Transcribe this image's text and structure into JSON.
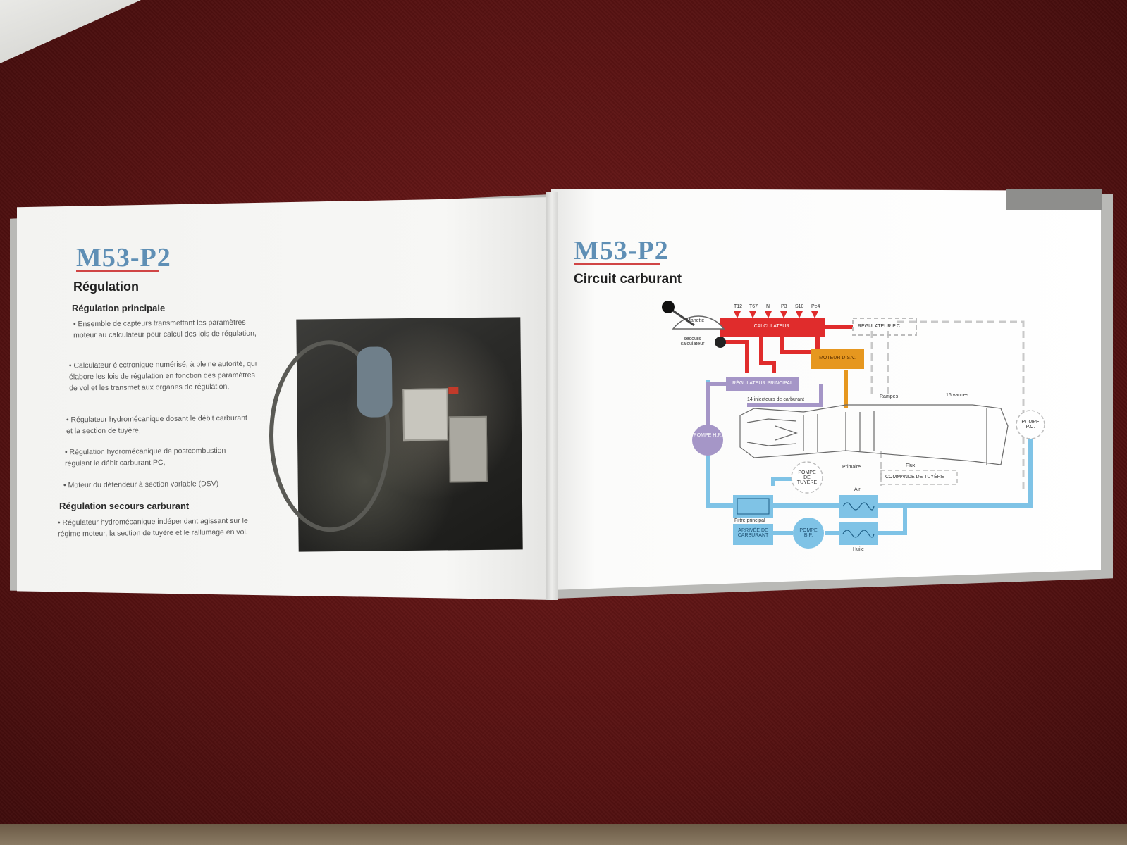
{
  "left_page": {
    "brand": "M53-P2",
    "title": "Régulation",
    "section1_title": "Régulation principale",
    "section1_items": [
      "• Ensemble de capteurs transmettant les paramètres moteur au calculateur pour calcul des lois de régulation,",
      "• Calculateur électronique numérisé, à pleine autorité, qui élabore les lois de régulation en fonction des paramètres de vol et les transmet aux organes de régulation,",
      "• Régulateur hydromécanique dosant le débit carburant et la section de tuyère,",
      "• Régulation hydromécanique de postcombustion régulant le débit carburant PC,",
      "• Moteur du détendeur à section variable (DSV)"
    ],
    "section2_title": "Régulation secours carburant",
    "section2_items": [
      "• Régulateur hydromécanique indépendant agissant sur le régime moteur, la section de tuyère et le rallumage en vol."
    ]
  },
  "right_page": {
    "brand": "M53-P2",
    "title": "Circuit carburant",
    "diagram": {
      "sensors": [
        "T12",
        "T67",
        "N",
        "P3",
        "S10",
        "Pe4"
      ],
      "labels": {
        "manette": "Manette",
        "secours": "secours calculateur",
        "calculateur": "CALCULATEUR",
        "regulateur_pc": "RÉGULATEUR P.C.",
        "moteur_dsv": "MOTEUR D.S.V.",
        "regulateur_principal": "RÉGULATEUR PRINCIPAL",
        "injecteurs": "14 injecteurs de carburant",
        "rampes": "Rampes",
        "vannes": "16 vannes",
        "pompe_hp": "POMPE H.P.",
        "pompe_tuyere": "POMPE DE TUYÈRE",
        "primaire": "Primaire",
        "flux": "Flux",
        "commande_tuyere": "COMMANDE DE TUYÈRE",
        "pompe_pc": "POMPE P.C.",
        "filtre": "Filtre principal",
        "arrivee": "ARRIVÉE DE CARBURANT",
        "pompe_bp": "POMPE B.P.",
        "air": "Air",
        "huile": "Huile"
      },
      "colors": {
        "red": "#e02c2c",
        "orange": "#e6971f",
        "purple": "#a596c7",
        "blue": "#7fc3e6",
        "brand": "#5f8fb5"
      }
    }
  }
}
